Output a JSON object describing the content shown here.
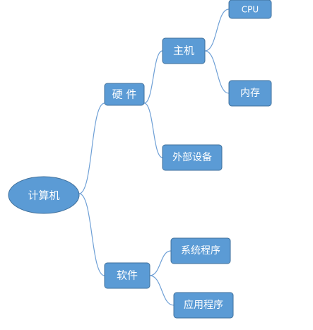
{
  "mindmap": {
    "root": {
      "label": "计算机"
    },
    "hardware": {
      "label": "硬 件",
      "host": {
        "label": "主机",
        "cpu": {
          "label": "CPU"
        },
        "memory": {
          "label": "内存"
        }
      },
      "peripherals": {
        "label": "外部设备"
      }
    },
    "software": {
      "label": "软件",
      "system": {
        "label": "系统程序"
      },
      "application": {
        "label": "应用程序"
      }
    }
  },
  "colors": {
    "node_fill": "#5b9bd5",
    "node_border": "#41719c",
    "connector": "#6fa0d6",
    "text": "#ffffff"
  }
}
